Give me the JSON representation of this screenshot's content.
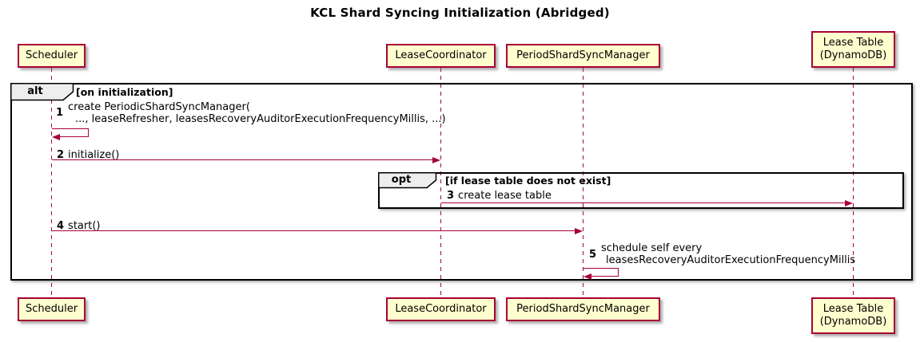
{
  "diagram": {
    "title": "KCL Shard Syncing Initialization (Abridged)",
    "type": "sequence-diagram"
  },
  "participants": {
    "scheduler": "Scheduler",
    "lease_coordinator": "LeaseCoordinator",
    "period_shard_sync_manager": "PeriodShardSyncManager",
    "lease_table_line1": "Lease Table",
    "lease_table_line2": "(DynamoDB)"
  },
  "frames": {
    "alt": {
      "keyword": "alt",
      "condition": "[on initialization]"
    },
    "opt": {
      "keyword": "opt",
      "condition": "[if lease table does not exist]"
    }
  },
  "messages": {
    "m1": {
      "num": "1",
      "line1": "create PeriodicShardSyncManager(",
      "line2": "..., leaseRefresher, leasesRecoveryAuditorExecutionFrequencyMillis, ...)",
      "from": "scheduler",
      "to": "scheduler"
    },
    "m2": {
      "num": "2",
      "text": "initialize()",
      "from": "scheduler",
      "to": "lease_coordinator"
    },
    "m3": {
      "num": "3",
      "text": "create lease table",
      "from": "lease_coordinator",
      "to": "lease_table"
    },
    "m4": {
      "num": "4",
      "text": "start()",
      "from": "scheduler",
      "to": "period_shard_sync_manager"
    },
    "m5": {
      "num": "5",
      "line1": "schedule self every",
      "line2": "leasesRecoveryAuditorExecutionFrequencyMillis",
      "from": "period_shard_sync_manager",
      "to": "period_shard_sync_manager"
    }
  },
  "colors": {
    "participant_fill": "#FEFECE",
    "participant_border": "#A80036",
    "arrow": "#A80036",
    "lifeline": "#A80036",
    "frame_border": "#000000",
    "frame_label_fill": "#EEEEEE",
    "text": "#000000",
    "background": "#FFFFFF"
  }
}
